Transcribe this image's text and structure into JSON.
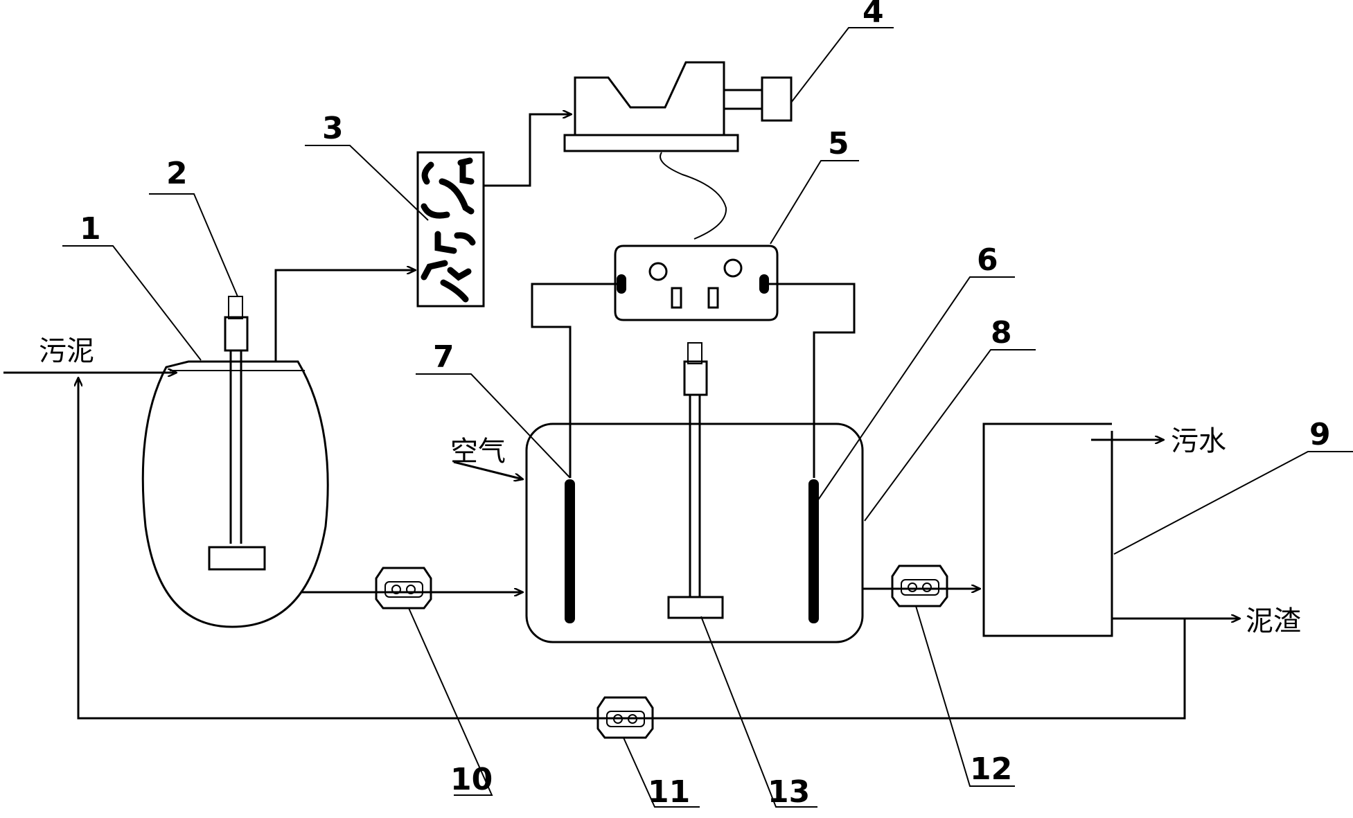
{
  "labels": {
    "sludge_in": "污泥",
    "air": "空气",
    "sewage_out": "污水",
    "residue_out": "泥渣"
  },
  "parts": {
    "p1": "1",
    "p2": "2",
    "p3": "3",
    "p4": "4",
    "p5": "5",
    "p6": "6",
    "p7": "7",
    "p8": "8",
    "p9": "9",
    "p10": "10",
    "p11": "11",
    "p12": "12",
    "p13": "13"
  }
}
